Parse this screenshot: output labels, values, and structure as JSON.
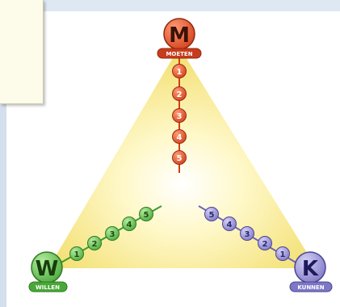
{
  "nodes": {
    "top": {
      "letter": "M",
      "label": "MOETEN",
      "color": "#e2572f",
      "dark": "#9b2d12"
    },
    "left": {
      "letter": "W",
      "label": "WILLEN",
      "color": "#5cb84a",
      "dark": "#2f7a22"
    },
    "right": {
      "letter": "K",
      "label": "KUNNEN",
      "color": "#8c86cf",
      "dark": "#4c4690"
    }
  },
  "chains": {
    "top": [
      "1",
      "2",
      "3",
      "4",
      "5"
    ],
    "left": [
      "1",
      "2",
      "3",
      "4",
      "5"
    ],
    "right": [
      "5",
      "4",
      "3",
      "2",
      "1"
    ]
  },
  "colors": {
    "triangle_center": "#ffffff",
    "triangle_edge": "#f2e06a",
    "background_panel": "#dde8f3",
    "note_box": "#fdfbe9"
  }
}
